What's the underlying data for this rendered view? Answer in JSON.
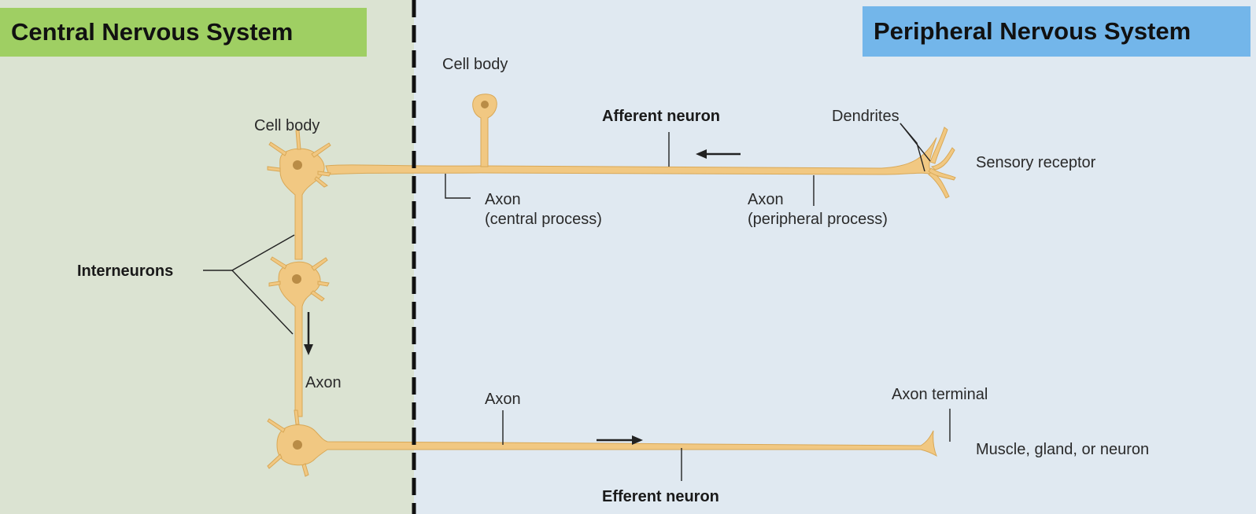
{
  "regions": {
    "cns": {
      "label": "Central Nervous System",
      "color": "#9fcf63",
      "bg": "#dbe3d2"
    },
    "pns": {
      "label": "Peripheral Nervous System",
      "color": "#73b6ea",
      "bg": "#e0e9f1"
    }
  },
  "labels": {
    "cell_body_afferent": "Cell body",
    "cell_body_interneuron": "Cell body",
    "afferent_neuron": "Afferent neuron",
    "dendrites": "Dendrites",
    "sensory_receptor": "Sensory receptor",
    "axon_central_process": "Axon\n(central process)",
    "axon_peripheral_process": "Axon\n(peripheral process)",
    "interneurons": "Interneurons",
    "axon_interneuron": "Axon",
    "axon_efferent": "Axon",
    "axon_terminal": "Axon terminal",
    "effector": "Muscle, gland, or neuron",
    "efferent_neuron": "Efferent neuron"
  },
  "colors": {
    "neuron_fill": "#f1c882",
    "neuron_stroke": "#d9a856",
    "nucleus": "#b98c46",
    "line": "#222222",
    "divider": "#111111"
  }
}
